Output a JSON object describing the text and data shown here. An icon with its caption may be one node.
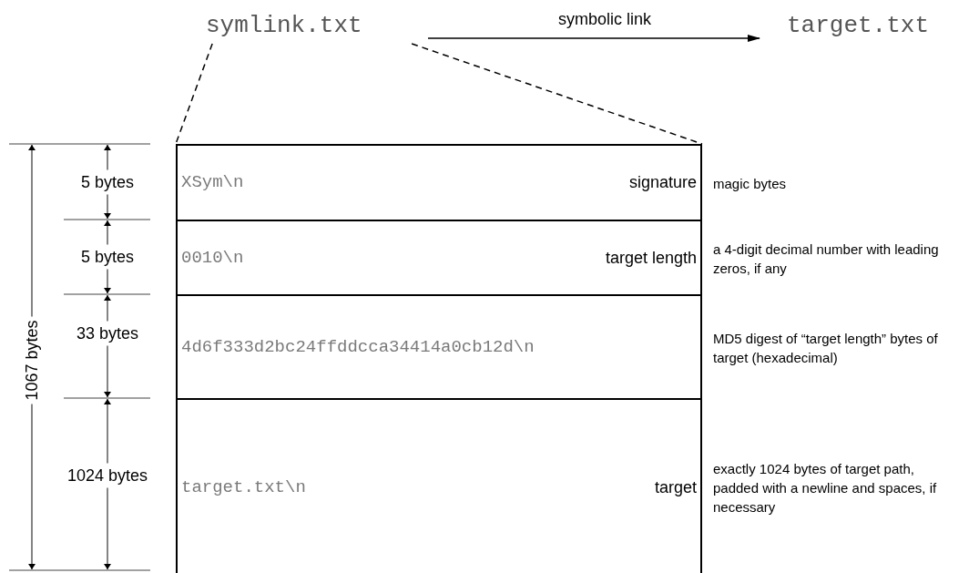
{
  "diagram": {
    "nodes": [
      {
        "text": [
          "symlink.txt"
        ]
      },
      {
        "text": [
          "target.txt"
        ]
      },
      {
        "text": [],
        "shape": "box"
      },
      {
        "text": [
          "XSym\\n",
          "signature"
        ],
        "in": 2,
        "beside": [
          "magic bytes"
        ]
      },
      {
        "text": [
          "0010\\n",
          "target length"
        ],
        "in": 2,
        "beside": [
          "a 4-digit decimal number with leading zeros, if any"
        ]
      },
      {
        "text": [
          "4d6f333d2bc24ffddcca34414a0cb12d\\n"
        ],
        "in": 2,
        "beside": [
          "MD5 digest of “target length” bytes of target (hexadecimal)"
        ]
      },
      {
        "text": [
          "target.txt\\n",
          "target"
        ],
        "in": 2,
        "beside": [
          "exactly 1024 bytes of target path, padded with a newline and spaces, if necessary"
        ]
      }
    ],
    "edges": [
      {
        "from": 0,
        "to": 1,
        "arrow": "to",
        "label": "symbolic link"
      },
      {
        "from": 0,
        "to": 2,
        "arrow": "none",
        "style": "dashed"
      },
      {
        "from": 0,
        "to": 2,
        "arrow": "none",
        "style": "dashed"
      }
    ],
    "labels": [
      "1067 bytes",
      "5 bytes",
      "5 bytes",
      "33 bytes",
      "1024 bytes"
    ]
  }
}
